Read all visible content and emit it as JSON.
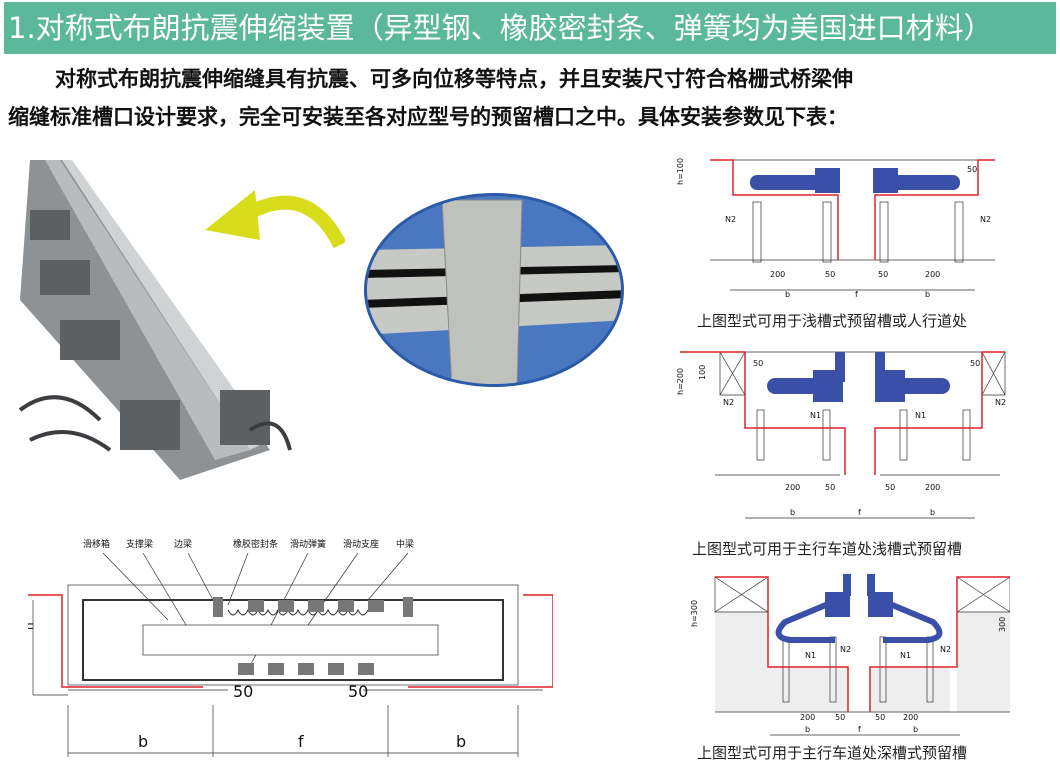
{
  "title": "1.对称式布朗抗震伸缩装置（异型钢、橡胶密封条、弹簧均为美国进口材料）",
  "intro": {
    "line1": "对称式布朗抗震伸缩缝具有抗震、可多向位移等特点，并且安装尺寸符合格栅式桥梁伸",
    "line2": "缩缝标准槽口设计要求，完全可安装至各对应型号的预留槽口之中。具体安装参数见下表："
  },
  "section_drawing": {
    "labels": [
      "滑移箱",
      "支撑梁",
      "边梁",
      "橡胶密封条",
      "滑动弹簧",
      "滑动支座",
      "中梁"
    ],
    "dim_50_left": "50",
    "dim_50_right": "50",
    "dim_b_left": "b",
    "dim_f": "f",
    "dim_b_right": "b",
    "dim_h": "h"
  },
  "diagrams": [
    {
      "caption": "上图型式可用于浅槽式预留槽或人行道处",
      "h": "h=100",
      "d200": "200",
      "d50": "50",
      "b": "b",
      "f": "f",
      "n2": "N2",
      "top": "50"
    },
    {
      "caption": "上图型式可用于主行车道处浅槽式预留槽",
      "h": "h=200",
      "d200": "200",
      "d50": "50",
      "b": "b",
      "f": "f",
      "n1": "N1",
      "n2": "N2",
      "top": "50",
      "d100": "100"
    },
    {
      "caption": "上图型式可用于主行车道处深槽式预留槽",
      "h": "h=300",
      "d200": "200",
      "d50": "50",
      "b": "b",
      "f": "f",
      "n1": "N1",
      "n2": "N2",
      "d300": "300"
    }
  ],
  "colors": {
    "title_bg": "#5cb89b",
    "steel_blue": "#3a4fa8",
    "red_line": "#e0202a",
    "arrow_yellow": "#d8dc1a"
  }
}
